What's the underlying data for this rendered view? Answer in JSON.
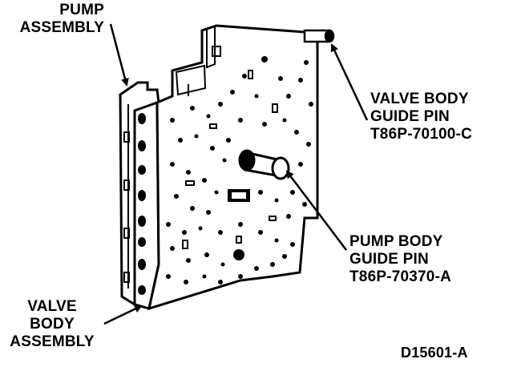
{
  "labels": {
    "pump_assembly": [
      "PUMP",
      "ASSEMBLY"
    ],
    "valve_body_guide_pin": [
      "VALVE BODY",
      "GUIDE PIN",
      "T86P-70100-C"
    ],
    "pump_body_guide_pin": [
      "PUMP BODY",
      "GUIDE PIN",
      "T86P-70370-A"
    ],
    "valve_body_assembly": [
      "VALVE",
      "BODY",
      "ASSEMBLY"
    ],
    "figure_id": "D15601-A"
  },
  "colors": {
    "ink": "#000000",
    "paper": "#ffffff"
  }
}
